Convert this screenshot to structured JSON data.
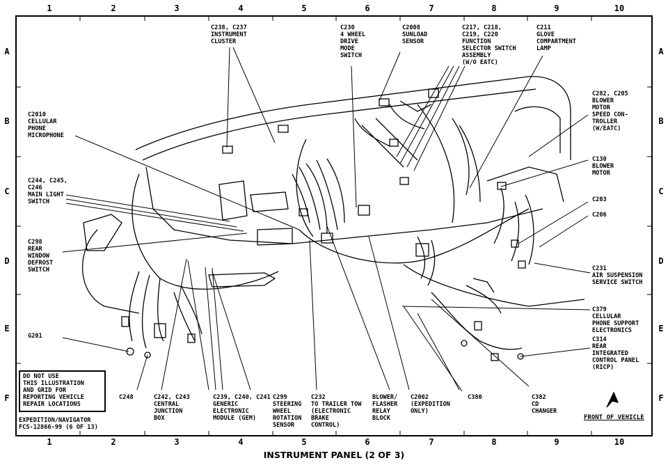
{
  "grid": {
    "columns": [
      "1",
      "2",
      "3",
      "4",
      "5",
      "6",
      "7",
      "8",
      "9",
      "10"
    ],
    "rows": [
      "A",
      "B",
      "C",
      "D",
      "E",
      "F"
    ]
  },
  "labels": [
    {
      "id": "c238",
      "lines": [
        "C238, C237",
        "INSTRUMENT",
        "CLUSTER"
      ]
    },
    {
      "id": "c230",
      "lines": [
        "C230",
        "4 WHEEL",
        "DRIVE",
        "MODE",
        "SWITCH"
      ]
    },
    {
      "id": "c2008",
      "lines": [
        "C2008",
        "SUNLOAD",
        "SENSOR"
      ]
    },
    {
      "id": "c217",
      "lines": [
        "C217, C218,",
        "C219, C220",
        "FUNCTION",
        "SELECTOR SWITCH",
        "ASSEMBLY",
        "(W/O EATC)"
      ]
    },
    {
      "id": "c211",
      "lines": [
        "C211",
        "GLOVE",
        "COMPARTMENT",
        "LAMP"
      ]
    },
    {
      "id": "c2010",
      "lines": [
        "C2010",
        "CELLULAR",
        "PHONE",
        "MICROPHONE"
      ]
    },
    {
      "id": "c282",
      "lines": [
        "C282, C205",
        "BLOWER",
        "MOTOR",
        "SPEED CON-",
        "TROLLER",
        "(W/EATC)"
      ]
    },
    {
      "id": "c244",
      "lines": [
        "C244, C245,",
        "C246",
        "MAIN LIGHT",
        "SWITCH"
      ]
    },
    {
      "id": "c130",
      "lines": [
        "C130",
        "BLOWER",
        "MOTOR"
      ]
    },
    {
      "id": "c203",
      "lines": [
        "C203"
      ]
    },
    {
      "id": "c206",
      "lines": [
        "C206"
      ]
    },
    {
      "id": "c298",
      "lines": [
        "C298",
        "REAR",
        "WINDOW",
        "DEFROST",
        "SWITCH"
      ]
    },
    {
      "id": "c231",
      "lines": [
        "C231",
        "AIR SUSPENSION",
        "SERVICE SWITCH"
      ]
    },
    {
      "id": "c379",
      "lines": [
        "C379",
        "CELLULAR",
        "PHONE SUPPORT",
        "ELECTRONICS"
      ]
    },
    {
      "id": "g201",
      "lines": [
        "G201"
      ]
    },
    {
      "id": "c314",
      "lines": [
        "C314",
        "REAR",
        "INTEGRATED",
        "CONTROL PANEL",
        "(RICP)"
      ]
    },
    {
      "id": "c248",
      "lines": [
        "C248"
      ]
    },
    {
      "id": "c242",
      "lines": [
        "C242, C243",
        "CENTRAL",
        "JUNCTION",
        "BOX"
      ]
    },
    {
      "id": "c239",
      "lines": [
        "C239, C240, C241",
        "GENERIC",
        "ELECTRONIC",
        "MODULE (GEM)"
      ]
    },
    {
      "id": "c299",
      "lines": [
        "C299",
        "STEERING",
        "WHEEL",
        "ROTATION",
        "SENSOR"
      ]
    },
    {
      "id": "c232",
      "lines": [
        "C232",
        "TO TRAILER TOW",
        "(ELECTRONIC",
        "BRAKE",
        "CONTROL)"
      ]
    },
    {
      "id": "blower_relay",
      "lines": [
        "BLOWER/",
        "FLASHER",
        "RELAY",
        "BLOCK"
      ]
    },
    {
      "id": "c2002",
      "lines": [
        "C2002",
        "(EXPEDITION",
        "ONLY)"
      ]
    },
    {
      "id": "c380",
      "lines": [
        "C380"
      ]
    },
    {
      "id": "c382",
      "lines": [
        "C382",
        "CD",
        "CHANGER"
      ]
    }
  ],
  "notice": [
    "DO NOT USE",
    "THIS ILLUSTRATION",
    "AND GRID FOR",
    "REPORTING VEHICLE",
    "REPAIR LOCATIONS"
  ],
  "footer": {
    "model": "EXPEDITION/NAVIGATOR",
    "fcs": "FCS-12866-99 (6 OF 13)",
    "front_of_vehicle": "FRONT OF VEHICLE",
    "caption": "INSTRUMENT PANEL (2 OF 3)"
  }
}
